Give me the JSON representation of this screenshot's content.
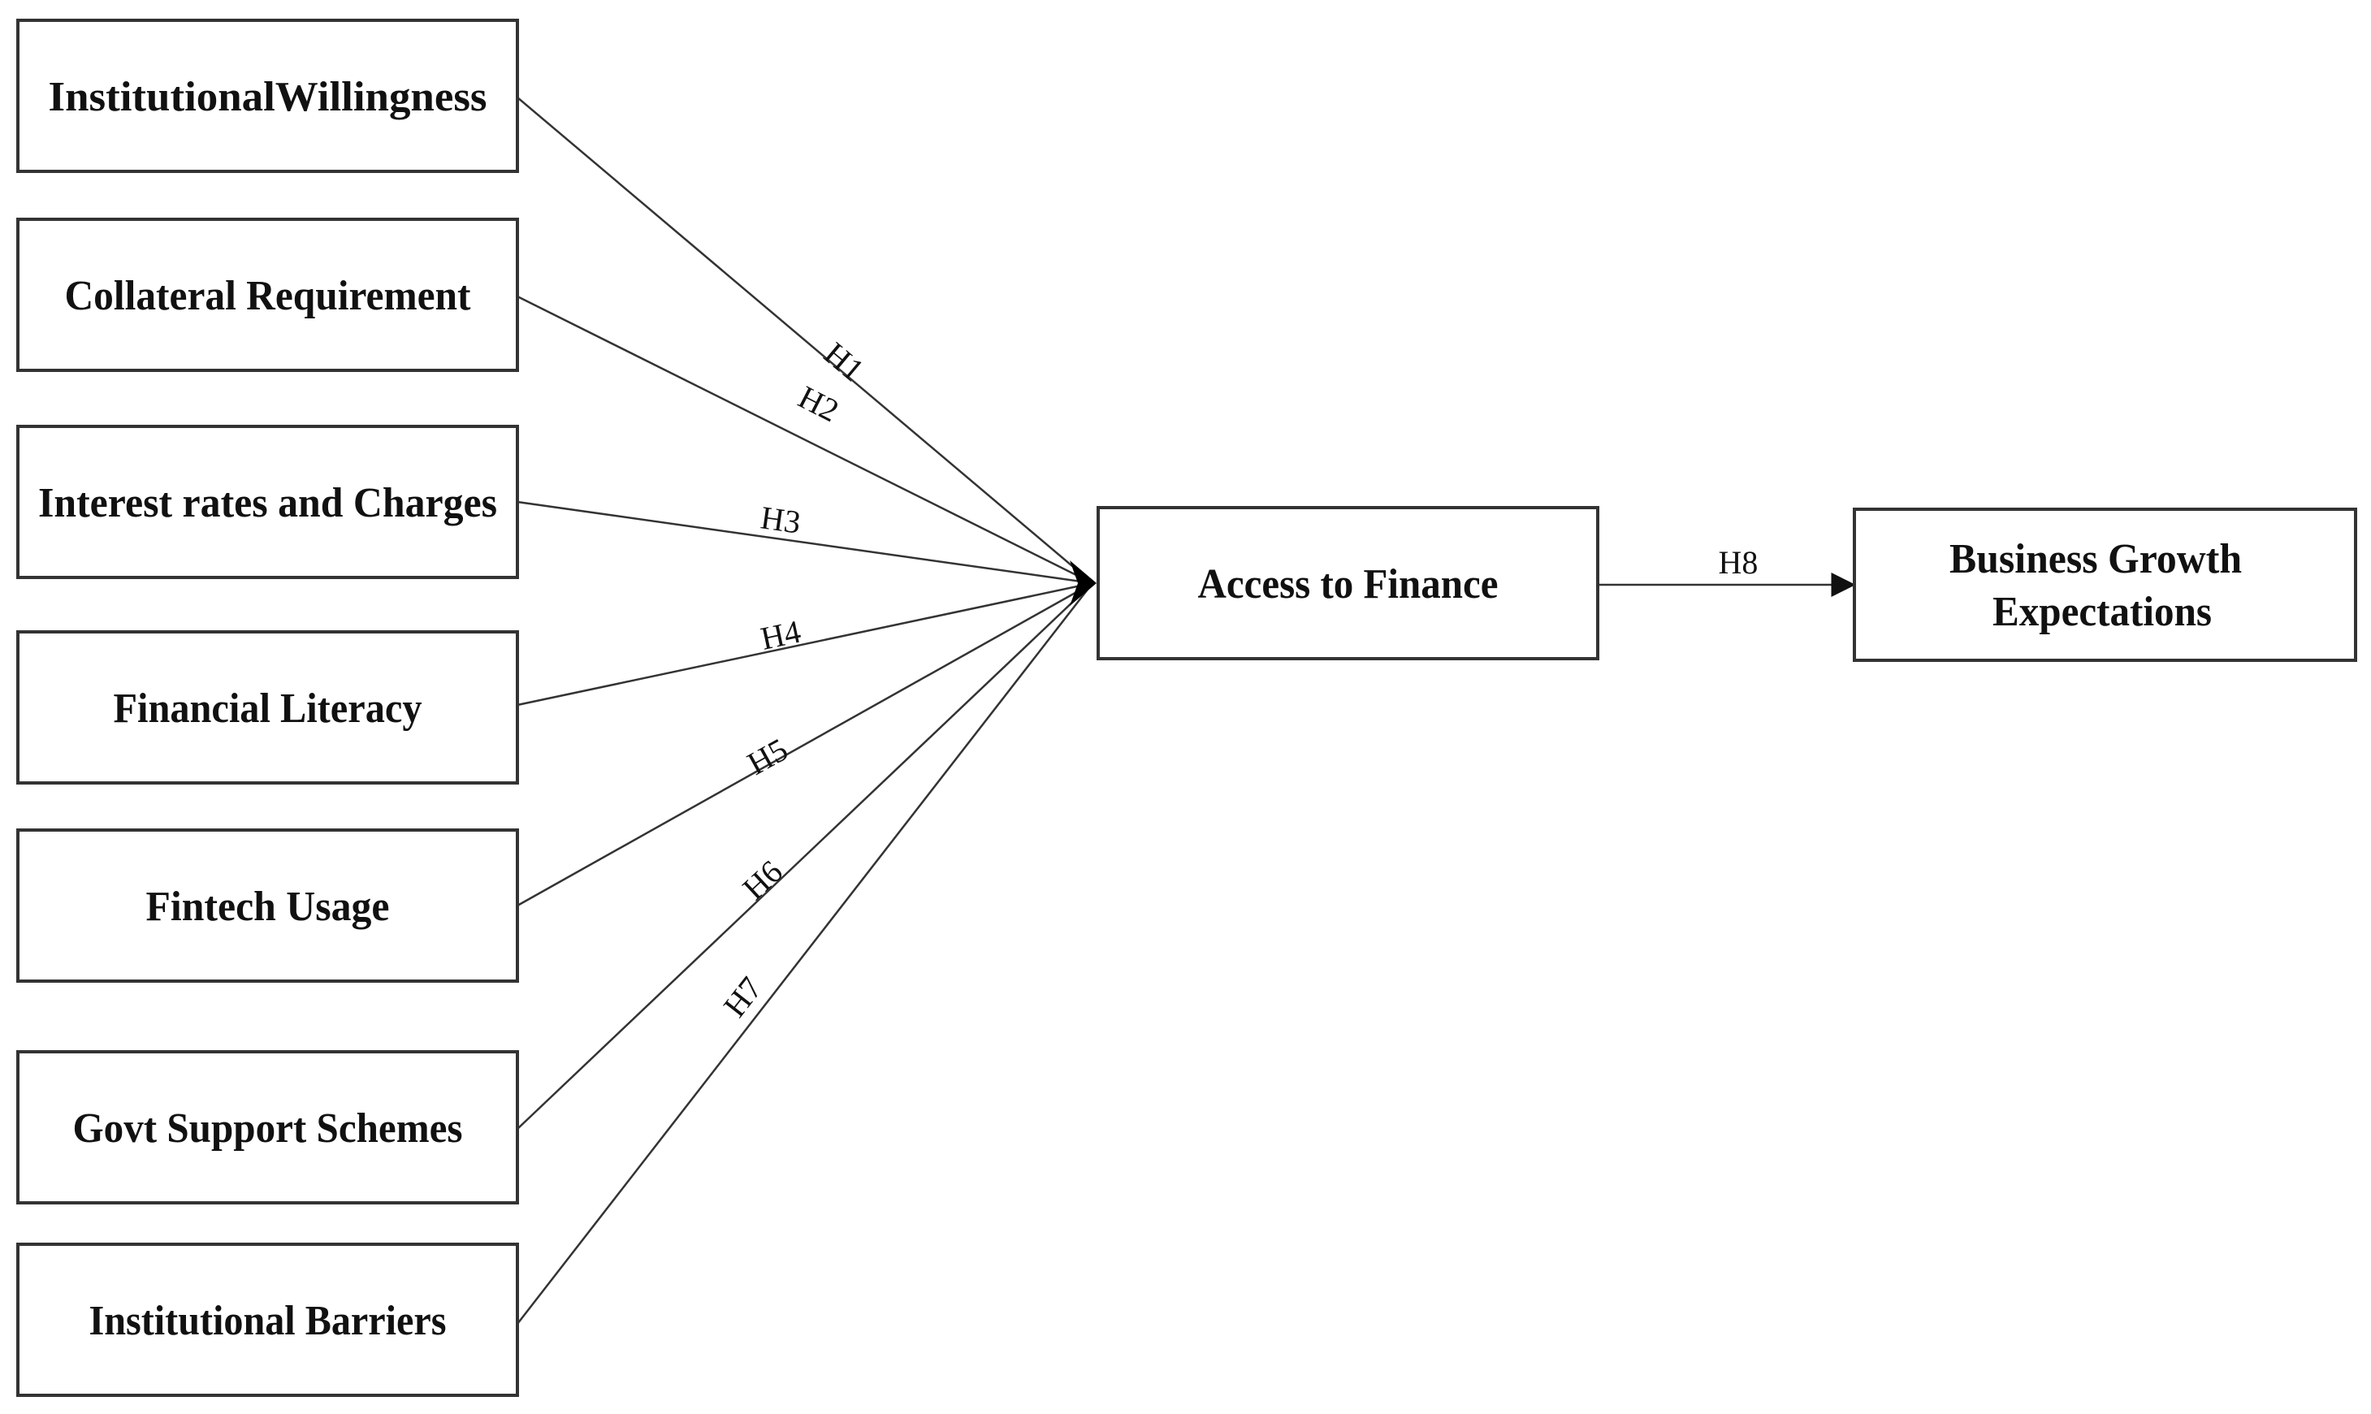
{
  "diagram": {
    "predictors": [
      {
        "label": "InstitutionalWillingness",
        "hypothesis": "H1"
      },
      {
        "label": "Collateral Requirement",
        "hypothesis": "H2"
      },
      {
        "label": "Interest rates and Charges",
        "hypothesis": "H3"
      },
      {
        "label": "Financial Literacy",
        "hypothesis": "H4"
      },
      {
        "label": "Fintech Usage",
        "hypothesis": "H5"
      },
      {
        "label": "Govt Support Schemes",
        "hypothesis": "H6"
      },
      {
        "label": "Institutional Barriers",
        "hypothesis": "H7"
      }
    ],
    "mediator": {
      "label": "Access to Finance"
    },
    "outcome": {
      "lines": [
        "Business Growth",
        "Expectations"
      ]
    },
    "final_hypothesis": "H8"
  }
}
